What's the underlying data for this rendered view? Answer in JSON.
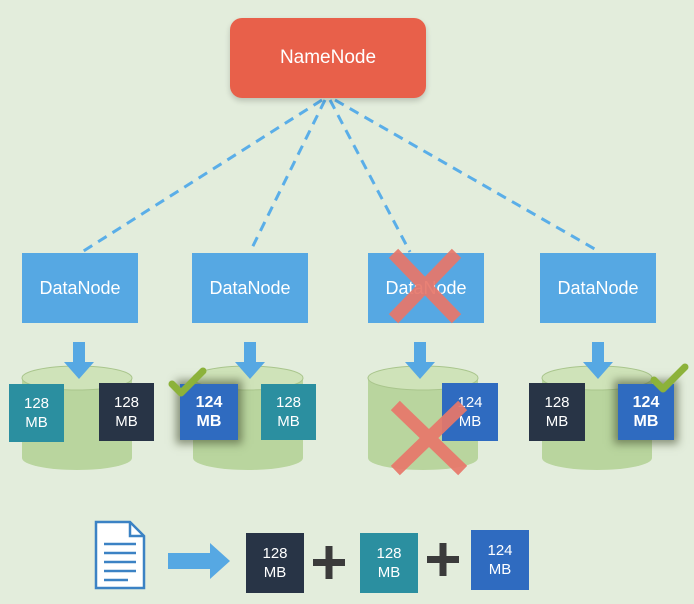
{
  "namenode": {
    "label": "NameNode"
  },
  "datanodes": [
    {
      "label": "DataNode",
      "failed": false
    },
    {
      "label": "DataNode",
      "failed": false
    },
    {
      "label": "DataNode",
      "failed": true
    },
    {
      "label": "DataNode",
      "failed": false
    }
  ],
  "blocks": {
    "node1_a": {
      "size": "128",
      "unit": "MB"
    },
    "node1_b": {
      "size": "128",
      "unit": "MB"
    },
    "node2_a": {
      "size": "124",
      "unit": "MB"
    },
    "node2_b": {
      "size": "128",
      "unit": "MB"
    },
    "node3_a": {
      "size": "124",
      "unit": "MB"
    },
    "node4_a": {
      "size": "128",
      "unit": "MB"
    },
    "node4_b": {
      "size": "124",
      "unit": "MB"
    }
  },
  "file_sum": {
    "parts": [
      {
        "size": "128",
        "unit": "MB"
      },
      {
        "size": "128",
        "unit": "MB"
      },
      {
        "size": "124",
        "unit": "MB"
      }
    ],
    "operator": "+"
  },
  "colors": {
    "namenode": "#e8604a",
    "datanode": "#56a8e3",
    "block_dark": "#283446",
    "block_teal": "#2b8fa0",
    "block_blue": "#2f6bc0",
    "failure_cross": "#e8776a",
    "check": "#8cb23a",
    "disk": "#b9d59e",
    "background": "#e3eddc"
  },
  "icons": [
    "document-icon",
    "arrow-right-icon",
    "arrow-down-icon",
    "cross-icon",
    "checkmark-icon",
    "disk-icon"
  ]
}
